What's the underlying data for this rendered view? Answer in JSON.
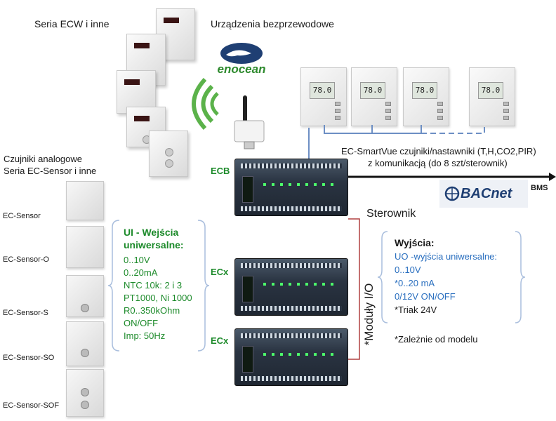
{
  "labels": {
    "ecw_series": "Seria ECW i inne",
    "wireless": "Urządzenia bezprzewodowe",
    "enocean": "enocean",
    "analog_line1": "Czujniki analogowe",
    "analog_line2": "Seria EC-Sensor i inne",
    "smartvue_line1": "EC-SmartVue czujniki/nastawniki (T,H,CO2,PIR)",
    "smartvue_line2": "z komunikacją (do 8 szt/sterownik)",
    "bacnet": "BACnet",
    "bms": "BMS",
    "sterownik": "Sterownik",
    "moduly": "*Moduły I/O",
    "ecb": "ECB",
    "ecx1": "ECx",
    "ecx2": "ECx",
    "footnote": "*Zależnie od modelu"
  },
  "sensors": [
    {
      "label": "EC-Sensor"
    },
    {
      "label": "EC-Sensor-O"
    },
    {
      "label": "EC-Sensor-S"
    },
    {
      "label": "EC-Sensor-SO"
    },
    {
      "label": "EC-Sensor-SOF"
    }
  ],
  "inputs": {
    "title_line1": "UI - Wejścia",
    "title_line2": "uniwersalne:",
    "items": [
      "0..10V",
      "0..20mA",
      "NTC 10k: 2 i 3",
      "PT1000, Ni 1000",
      "R0..350kOhm",
      "ON/OFF",
      "Imp: 50Hz"
    ]
  },
  "outputs": {
    "title": "Wyjścia:",
    "items": [
      "UO -wyjścia uniwersalne:",
      "0..10V",
      "*0..20 mA",
      "0/12V ON/OFF",
      "*Triak 24V"
    ]
  },
  "smartvue_displays": [
    "78.0",
    "78.0",
    "78.0",
    "78.0"
  ],
  "colors": {
    "green": "#1c8a2a",
    "blue_text": "#2a6fbf",
    "brace": "#a9bedd",
    "red_bracket": "#b04040",
    "bus_blue": "#6d8fc4"
  }
}
